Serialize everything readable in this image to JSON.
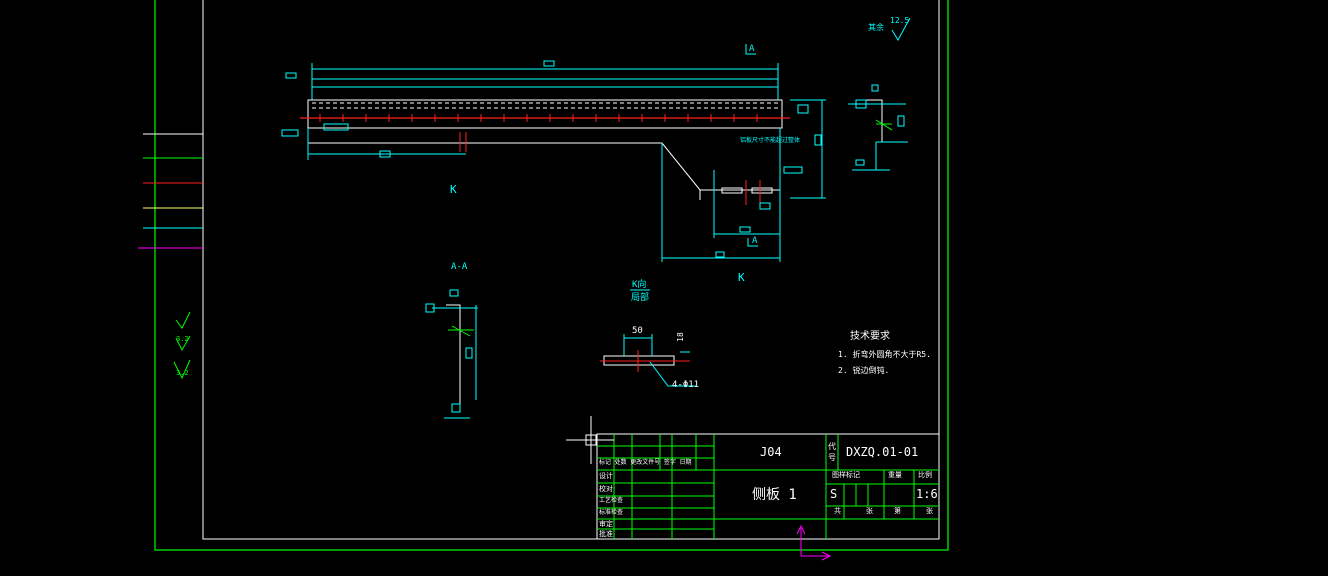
{
  "drawing": {
    "title_block": {
      "project_code": "J04",
      "drawing_number": "DXZQ.01-01",
      "part_name": "侧板 1",
      "scale_value": "1:6",
      "stage_letter": "S",
      "code_label": "代号",
      "header_labels": [
        "图样标记",
        "重量",
        "比例"
      ],
      "footer_labels": [
        "共",
        "张",
        "第",
        "张"
      ],
      "left_rows": [
        "设计",
        "校对",
        "工艺检查",
        "标准检查",
        "审定",
        "批准"
      ],
      "revision_header": "标记 处数 更改文件号 签字 日期"
    },
    "views": {
      "section_a_label": "A-A",
      "k_view_label": "K向",
      "k_view_sublabel": "局部",
      "k_marker_1": "K",
      "k_marker_2": "K",
      "a_marker_top": "A",
      "a_marker_bottom": "A",
      "note_long": "铝板尺寸不能超过整体"
    },
    "dimensions": {
      "slot_width": "50",
      "slot_height": "18",
      "hole_callout": "4-Φ11"
    },
    "surface_finish": {
      "rest_label": "其余",
      "rest_value": "12.5",
      "roughness_1": "3.2",
      "roughness_2": "3.2"
    },
    "tech_requirements": {
      "title": "技术要求",
      "items": [
        "1. 折弯外圆角不大于R5.",
        "2. 锐边倒钝."
      ]
    }
  },
  "colors": {
    "frame": "#00cc00",
    "geometry": "#ffffff",
    "dimension": "#00ffff",
    "center": "#ff2020",
    "ucs": "#ff00ff",
    "background": "#000000"
  }
}
